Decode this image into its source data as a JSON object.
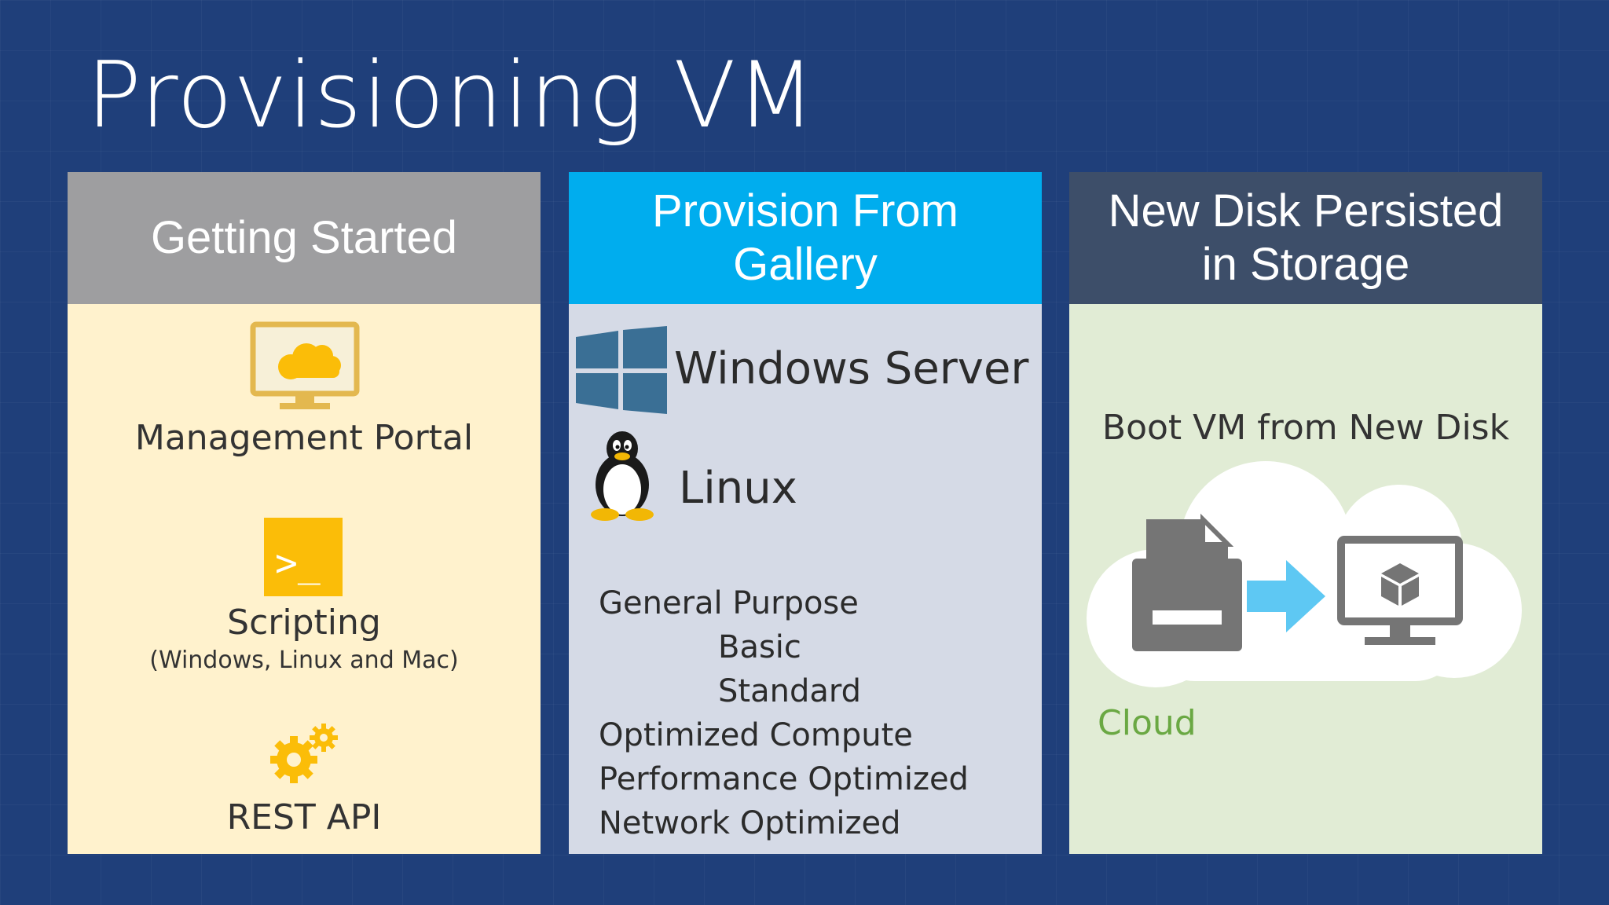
{
  "slide": {
    "title": "Provisioning VM"
  },
  "panels": {
    "getting_started": {
      "header": "Getting Started",
      "management_portal": "Management Portal",
      "scripting": "Scripting",
      "scripting_sub": "(Windows, Linux and Mac)",
      "rest_api": "REST API"
    },
    "gallery": {
      "header_line1": "Provision From",
      "header_line2": "Gallery",
      "windows_server": "Windows Server",
      "linux": "Linux",
      "specs": [
        "General Purpose",
        "Basic",
        "Standard",
        "Optimized Compute",
        "Performance Optimized",
        "Network Optimized"
      ]
    },
    "storage": {
      "header_line1": "New Disk Persisted",
      "header_line2": "in Storage",
      "boot": "Boot VM from New Disk",
      "cloud": "Cloud"
    }
  },
  "icons": {
    "terminal_prompt": ">_"
  },
  "colors": {
    "background": "#1f3f7a",
    "getting_started_header": "#9e9ea0",
    "gallery_header": "#00adee",
    "storage_header": "#3d4e69",
    "accent_yellow": "#fbbd08",
    "cloud_green": "#6aa843"
  }
}
